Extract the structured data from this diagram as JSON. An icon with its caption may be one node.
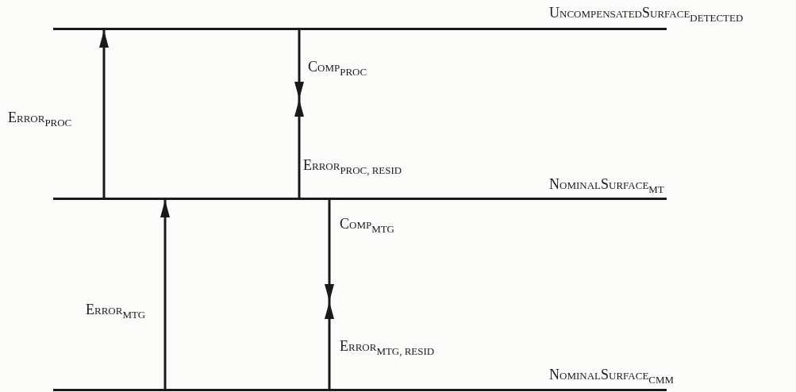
{
  "diagram": {
    "nodes": [
      {
        "text": [],
        "shape": "bar",
        "beside": [
          "UncompensatedSurface$_{DETECTED}$"
        ]
      },
      {
        "text": [],
        "shape": "bar",
        "beside": [
          "NominalSurface$_{MT}$"
        ]
      },
      {
        "text": [],
        "shape": "bar",
        "beside": [
          "NominalSurface$_{CMM}$"
        ]
      }
    ],
    "edges": [
      {
        "from": 1,
        "to": 0,
        "arrow": "to",
        "label": "Error$_{PROC}$"
      },
      {
        "from": 0,
        "to": null,
        "arrow": "to",
        "label": "Comp$_{PROC}$"
      },
      {
        "from": 1,
        "to": null,
        "arrow": "to",
        "label": "Error$_{PROC, RESID}$"
      },
      {
        "from": 2,
        "to": 1,
        "arrow": "to",
        "label": "Error$_{MTG}$"
      },
      {
        "from": 1,
        "to": null,
        "arrow": "to",
        "label": "Comp$_{MTG}$"
      },
      {
        "from": 2,
        "to": null,
        "arrow": "to",
        "label": "Error$_{MTG, RESID}$"
      }
    ]
  }
}
